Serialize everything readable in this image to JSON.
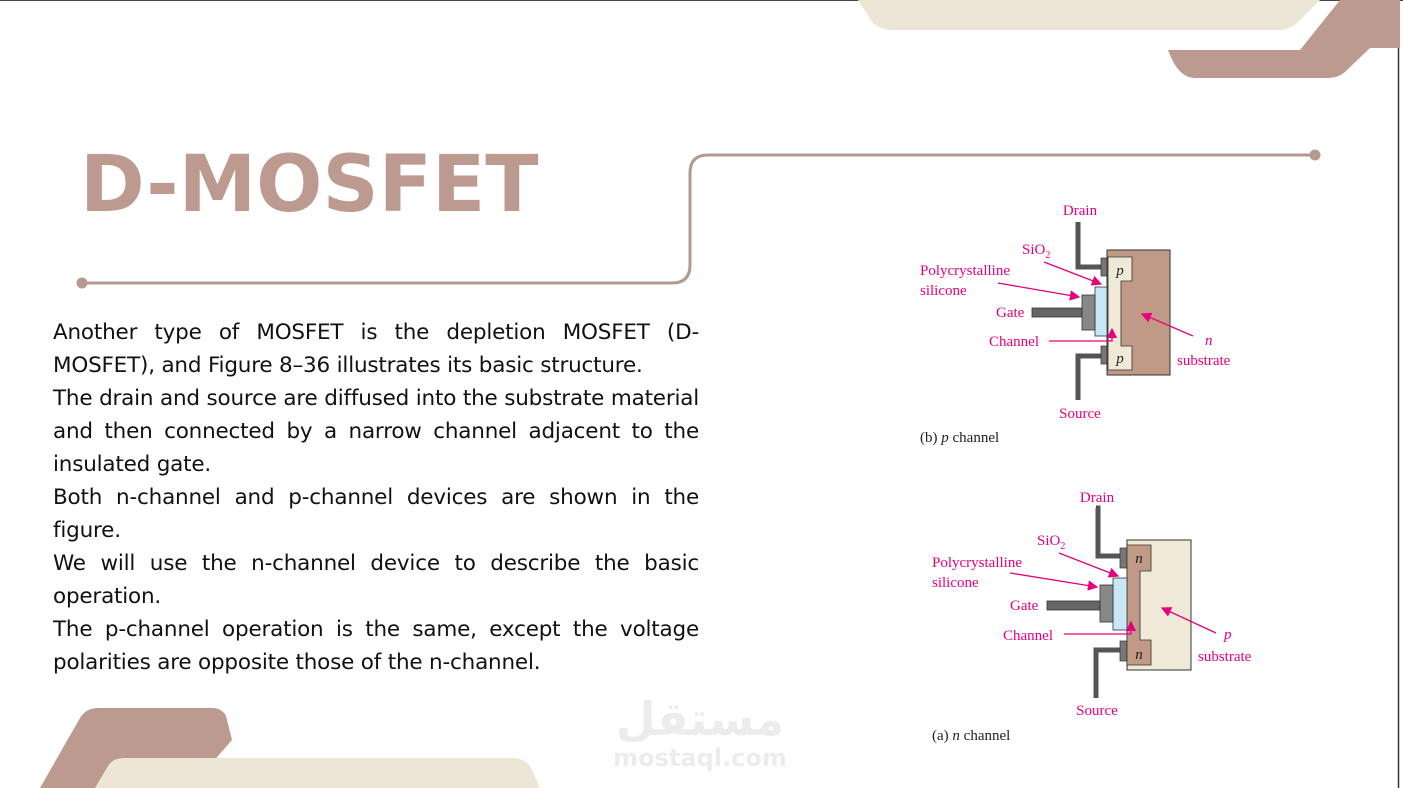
{
  "slide": {
    "title": "D-MOSFET",
    "paragraphs": [
      "Another type of MOSFET is the depletion MOSFET (D-MOSFET), and Figure 8–36 illustrates its basic structure.",
      "The drain and source are diffused into the substrate material and then connected by a narrow channel adjacent to the insulated gate.",
      "Both n-channel and p-channel devices are shown in the figure.",
      "We will use the n-channel device to describe the basic operation.",
      "The p-channel operation is the same, except the voltage polarities are opposite those of the n-channel."
    ]
  },
  "figure_b": {
    "drain": "Drain",
    "sio2": "SiO",
    "sio2_sub": "2",
    "poly1": "Polycrystalline",
    "poly2": "silicone",
    "gate": "Gate",
    "channel": "Channel",
    "sub_type": "n",
    "substrate": "substrate",
    "region": "p",
    "source": "Source",
    "caption_prefix": "(b) ",
    "caption_type": "p",
    "caption_suffix": " channel"
  },
  "figure_a": {
    "drain": "Drain",
    "sio2": "SiO",
    "sio2_sub": "2",
    "poly1": "Polycrystalline",
    "poly2": "silicone",
    "gate": "Gate",
    "channel": "Channel",
    "sub_type": "p",
    "substrate": "substrate",
    "region": "n",
    "source": "Source",
    "caption_prefix": "(a) ",
    "caption_type": "n",
    "caption_suffix": " channel"
  },
  "watermark": {
    "arabic": "مستقل",
    "latin": "mostaql.com"
  },
  "colors": {
    "accent": "#bd9a8f",
    "beige": "#ede6d6",
    "label": "#e6007e"
  }
}
